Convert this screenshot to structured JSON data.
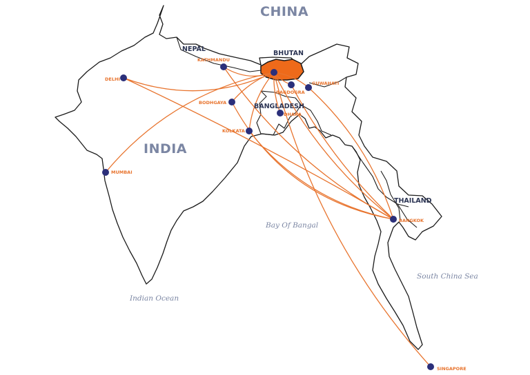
{
  "colors": {
    "route": "#e8742e",
    "bhutan_fill": "#ee6a1a",
    "city_dot": "#2b2f7a",
    "land_outline": "#1a1a1a",
    "region_label": "#7b86a3",
    "country_label": "#2c3554",
    "city_label": "#e8742e"
  },
  "regions": {
    "china": "CHINA",
    "india": "INDIA"
  },
  "countries": {
    "nepal": "NEPAL",
    "bhutan": "BHUTAN",
    "bangladesh": "BANGLADESH",
    "thailand": "THAILAND"
  },
  "seas": {
    "bay_of_bengal": "Bay Of Bangal",
    "indian_ocean": "Indian Ocean",
    "south_china_sea": "South China Sea"
  },
  "cities": {
    "delhi": "DELHI",
    "kathmandu": "KATHMANDU",
    "bagdogra": "BAGDOGRA",
    "guwahati": "GUWAHATI",
    "bodhgaya": "BODHGAYA",
    "dhaka": "DHAKA",
    "kolkata": "KOLKATA",
    "mumbai": "MUMBAI",
    "bangkok": "BANGKOK",
    "singapore": "SINGAPORE"
  },
  "hub": "bhutan",
  "routes": [
    [
      "bhutan",
      "delhi"
    ],
    [
      "bhutan",
      "kathmandu"
    ],
    [
      "bhutan",
      "bagdogra"
    ],
    [
      "bhutan",
      "guwahati"
    ],
    [
      "bhutan",
      "bodhgaya"
    ],
    [
      "bhutan",
      "dhaka"
    ],
    [
      "bhutan",
      "kolkata"
    ],
    [
      "bhutan",
      "mumbai"
    ],
    [
      "bhutan",
      "bangkok"
    ],
    [
      "bhutan",
      "singapore"
    ],
    [
      "delhi",
      "bangkok"
    ],
    [
      "bodhgaya",
      "bangkok"
    ],
    [
      "kathmandu",
      "bangkok"
    ],
    [
      "guwahati",
      "bangkok"
    ],
    [
      "bagdogra",
      "bangkok"
    ],
    [
      "kolkata",
      "bangkok"
    ]
  ]
}
